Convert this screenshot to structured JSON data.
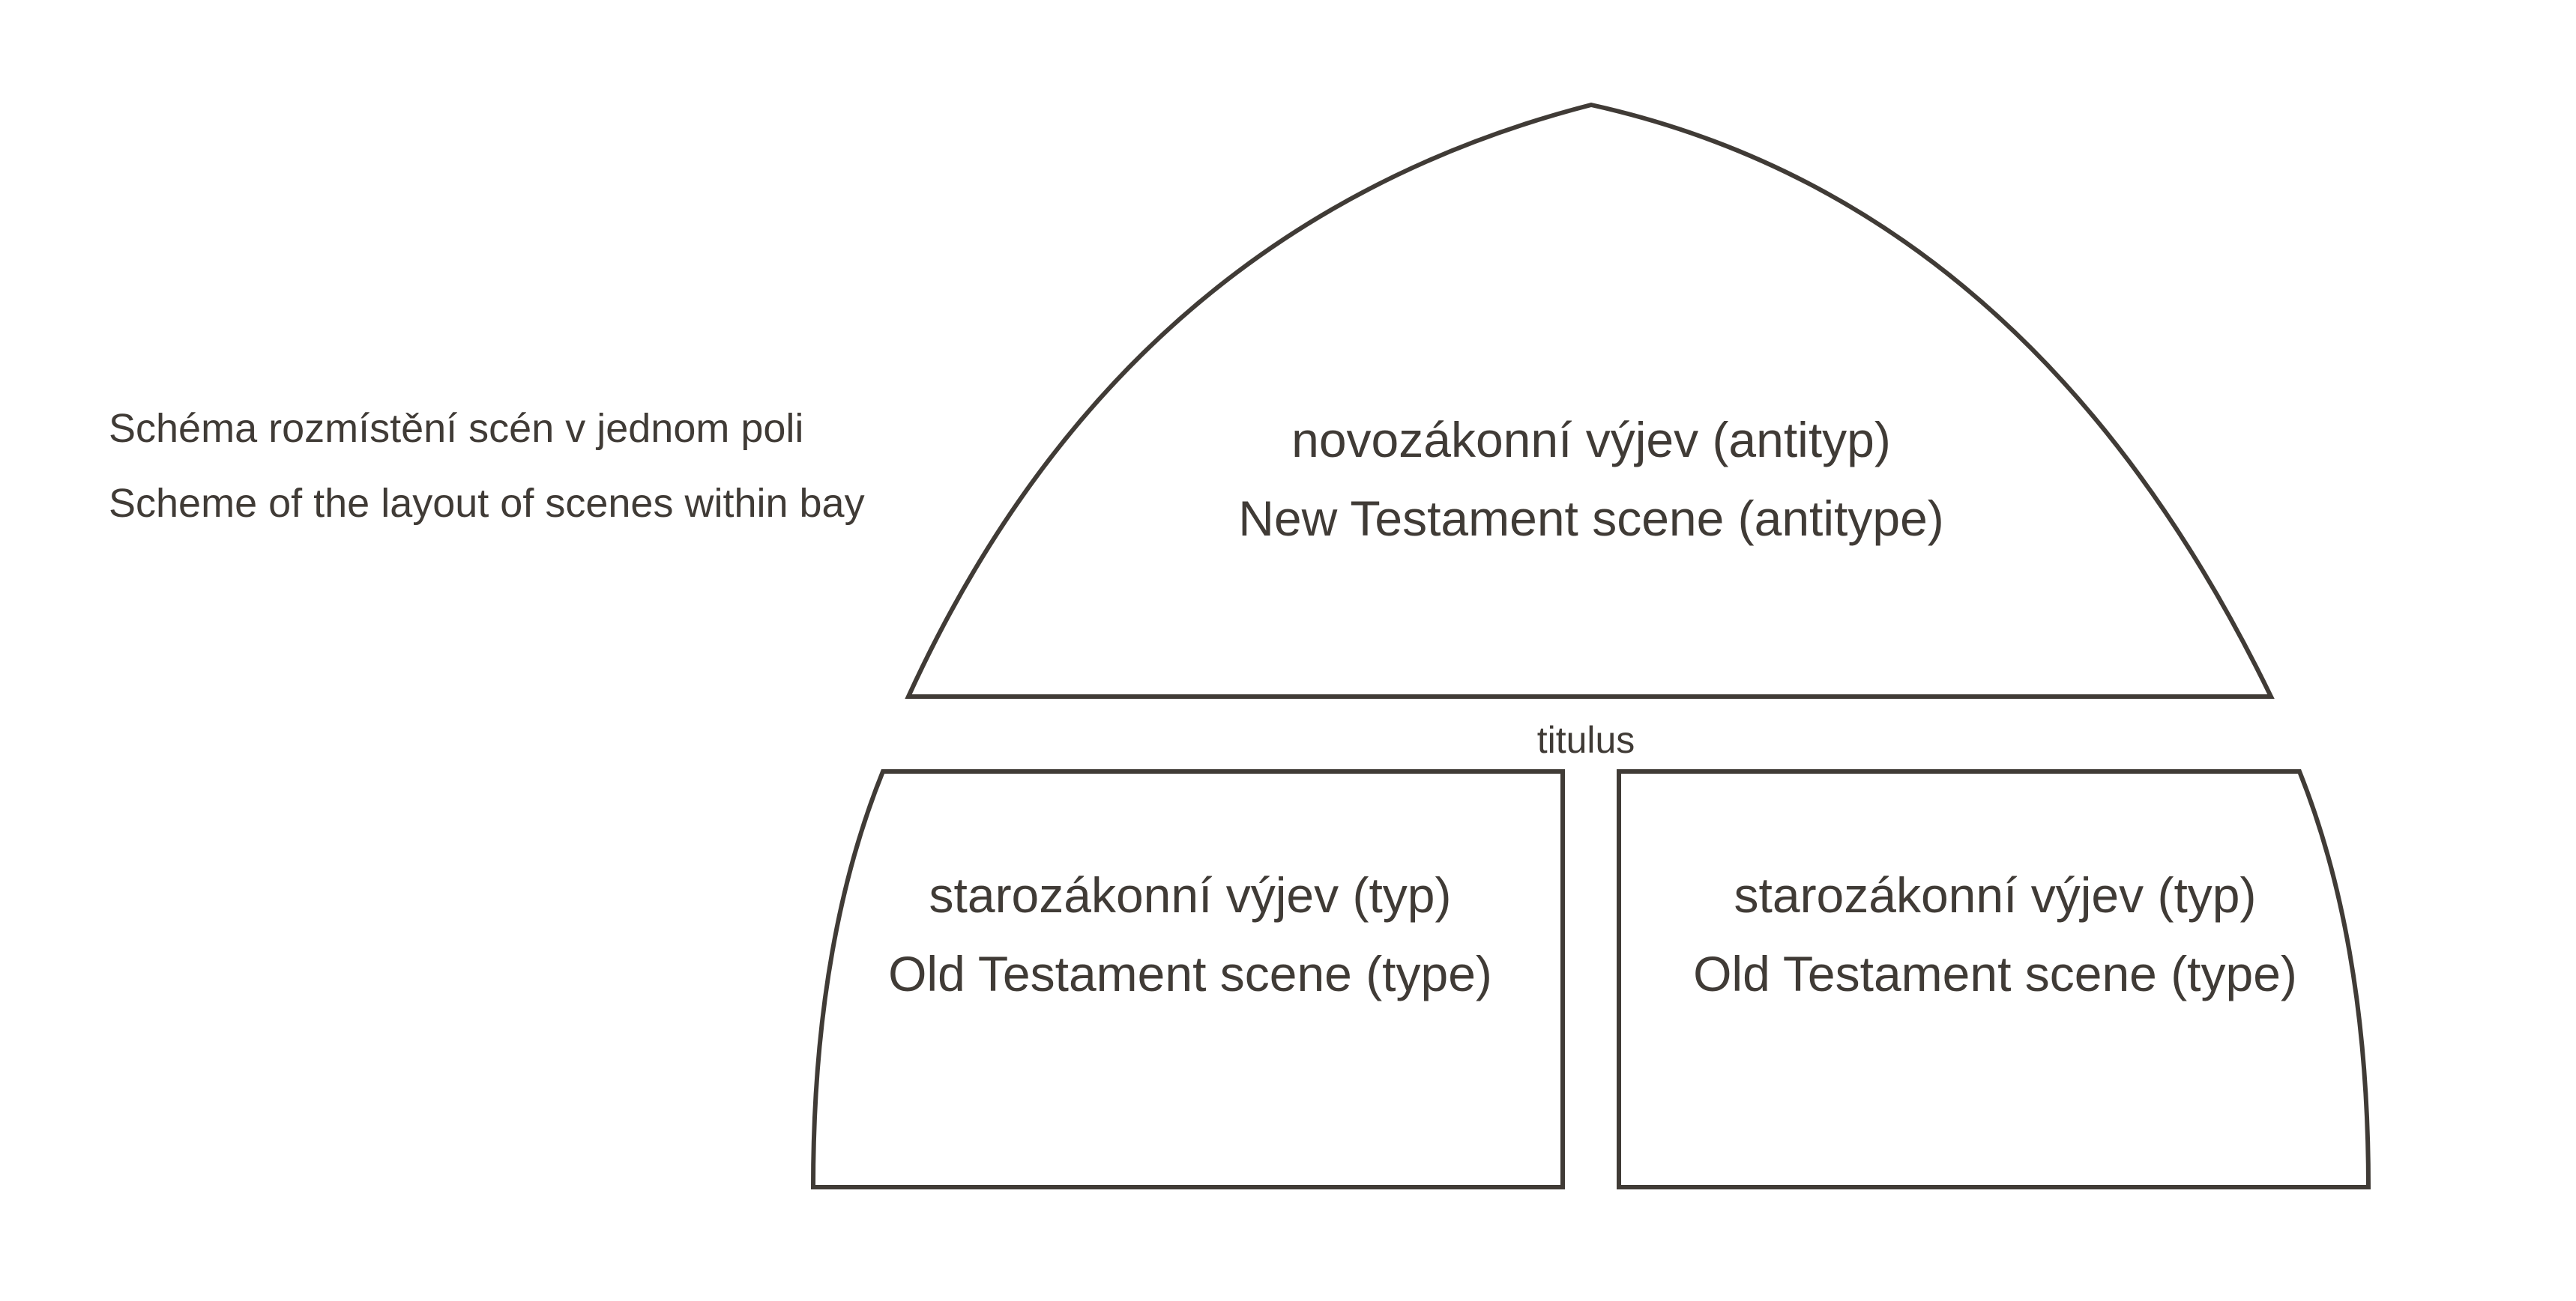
{
  "caption": {
    "czech": "Schéma rozmístění scén v jednom poli",
    "english": "Scheme of the layout of scenes within bay"
  },
  "upper_field": {
    "czech": "novozákonní výjev (antityp)",
    "english": "New Testament scene (antitype)"
  },
  "titulus": "titulus",
  "lower_left_field": {
    "czech": "starozákonní výjev (typ)",
    "english": "Old Testament scene (type)"
  },
  "lower_right_field": {
    "czech": "starozákonní výjev (typ)",
    "english": "Old Testament scene (type)"
  },
  "colors": {
    "line": "#403b36",
    "text": "#403b36",
    "background": "#ffffff"
  }
}
